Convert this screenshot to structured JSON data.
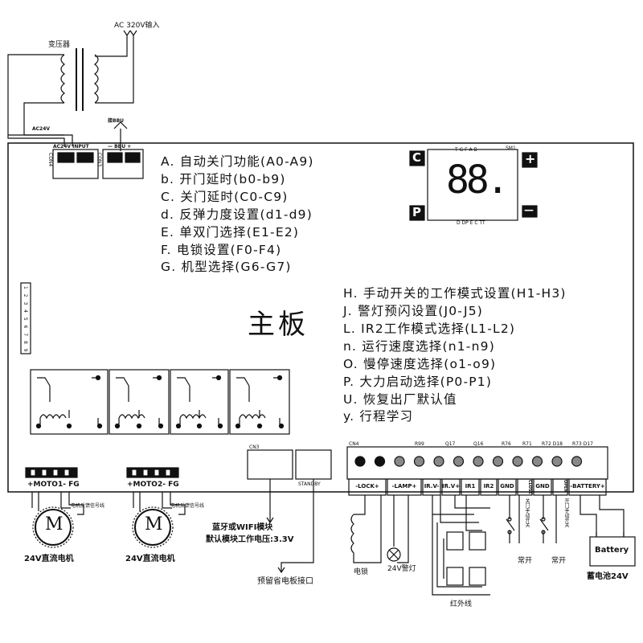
{
  "header": {
    "ac_input": "AC 320V输入",
    "transformer": "变压器",
    "ac24v": "AC24V",
    "bbu_top": "接BBU"
  },
  "connectors": {
    "ac24v_input": "AC24V INPUT",
    "bbu": "— BBU +",
    "con4": "CON4",
    "con3": "CON3"
  },
  "menu_left": [
    "A. 自动关门功能(A0-A9)",
    "b. 开门延时(b0-b9)",
    "C. 关门延时(C0-C9)",
    "d. 反弹力度设置(d1-d9)",
    "E. 单双门选择(E1-E2)",
    "F. 电锁设置(F0-F4)",
    "G. 机型选择(G6-G7)"
  ],
  "menu_right": [
    "H. 手动开关的工作模式设置(H1-H3)",
    "J. 警灯预闪设置(J0-J5)",
    "L. IR2工作模式选择(L1-L2)",
    "n. 运行速度选择(n1-n9)",
    "O. 慢停速度选择(o1-o9)",
    "P. 大力启动选择(P0-P1)",
    "U. 恢复出厂默认值",
    "y. 行程学习"
  ],
  "main_title": "主板",
  "display": {
    "digits": "88.",
    "button_c": "C",
    "button_p": "P",
    "plus": "+",
    "minus": "—",
    "top_labels": "T  G  F  A  B",
    "sm": "SM1",
    "bottom_labels": "D  DP  E  C  TT"
  },
  "dip_labels": "1 2 3 4 5 6 7 8 9",
  "cn_labels": {
    "cn4": "CN4",
    "r99": "R99",
    "q17": "Q17",
    "q16": "Q16",
    "r76": "R76",
    "r71": "R71",
    "r72_d18": "R72 D18",
    "r73_d17": "R73 D17",
    "cn3": "CN3",
    "standby": "STANDBY"
  },
  "terminals": [
    "-LOCK+",
    "-LAMP+",
    "IR.V-",
    "IR.V+",
    "IR1",
    "IR2",
    "GND",
    "CLOSE",
    "GND",
    "OPEN",
    "-BATTERY+"
  ],
  "motors": {
    "moto1": "+MOTO1- FG",
    "moto2": "+MOTO2- FG",
    "feedback1": "电机反馈信号线",
    "feedback2": "电机反馈信号线",
    "motor_symbol": "M",
    "motor1_label": "24V直流电机",
    "motor2_label": "24V直流电机"
  },
  "module": {
    "line1": "蓝牙或WIFI模块",
    "line2": "默认模块工作电压:3.3V",
    "reserve": "预留省电板接口"
  },
  "bottom": {
    "lock": "电锁",
    "lamp": "24V警灯",
    "infrared": "红外线",
    "close_switch": "关门手动开关",
    "open_switch": "开门手动开关",
    "normally_open_1": "常开",
    "normally_open_2": "常开",
    "battery": "Battery",
    "battery_label": "蓄电池24V"
  }
}
